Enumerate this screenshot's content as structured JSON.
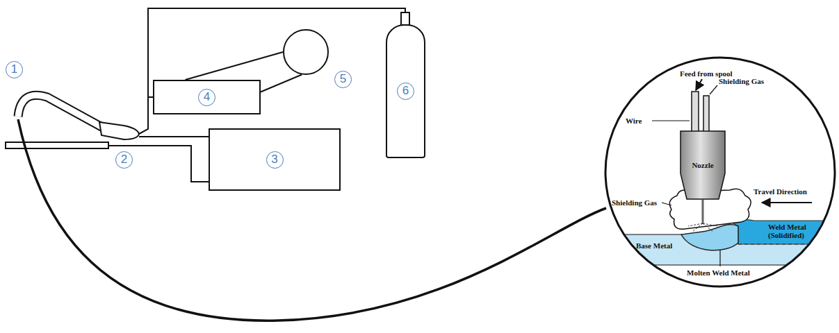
{
  "diagram": {
    "nodes": [
      {
        "text": [
          "4"
        ]
      },
      {
        "text": [
          "5"
        ]
      },
      {
        "text": [
          "3"
        ]
      },
      {
        "text": [
          "6"
        ]
      },
      {
        "text": [
          "Nozzle"
        ]
      }
    ],
    "edges": [
      {
        "from": 0,
        "to": 1,
        "arrow": "none"
      },
      {
        "from": 0,
        "to": 1,
        "arrow": "none"
      }
    ],
    "labels": [
      "1",
      "2",
      "Feed from spool",
      "Shielding Gas",
      "Wire",
      "Travel Direction",
      "Shielding Gas",
      "Weld Metal (Solidified)",
      "Base Metal",
      "Molten Weld Metal"
    ]
  }
}
